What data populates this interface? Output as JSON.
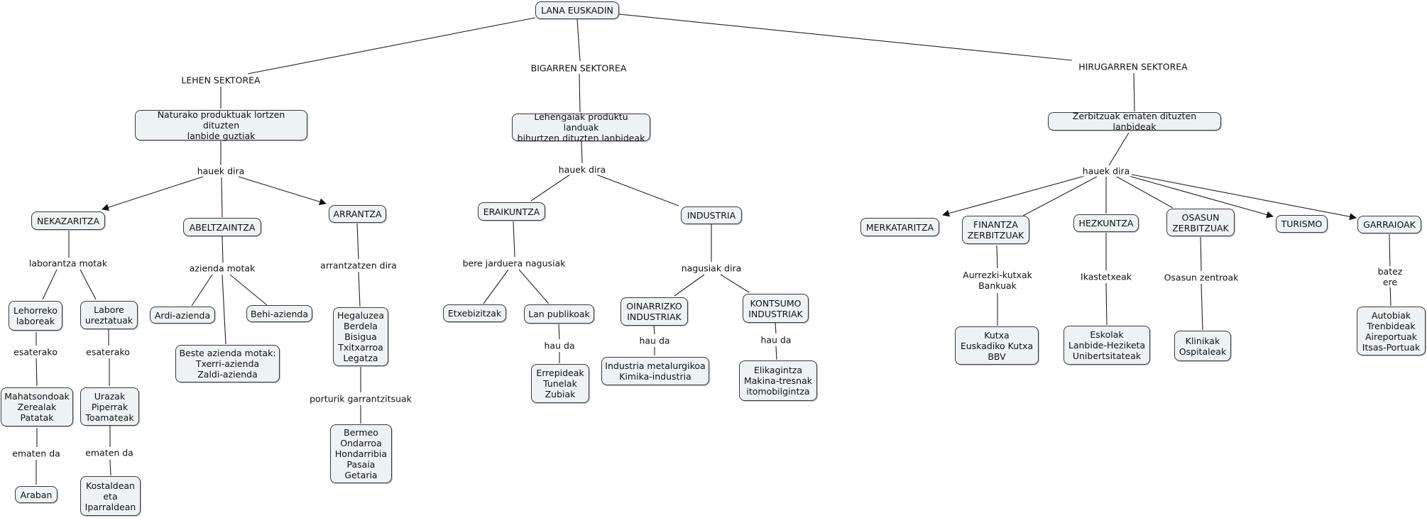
{
  "nodes": {
    "root": "LANA EUSKADIN",
    "lehen_desc": "Naturako produktuak lortzen dituzten\nlanbide guztiak",
    "bigarren_desc": "Lehengaiak produktu landuak\nbihurtzen dituzten lanbideak",
    "hirugarren_desc": "Zerbitzuak ematen dituzten lanbideak",
    "nekazaritza": "NEKAZARITZA",
    "abeltzaintza": "ABELTZAINTZA",
    "arrantza": "ARRANTZA",
    "lehorreko": "Lehorreko\nlaboreak",
    "labore_ureztatuak": "Labore\nureztatuak",
    "mahatsondoak": "Mahatsondoak\nZerealak\nPatatak",
    "urazak": "Urazak\nPiperrak\nToamateak",
    "araban": "Araban",
    "kostaldean": "Kostaldean\neta\nIparraldean",
    "ardi": "Ardi-azienda",
    "behi": "Behi-azienda",
    "beste_azienda": "Beste azienda motak:\nTxerri-azienda\nZaldi-azienda",
    "arrain": "Hegaluzea\nBerdela\nBisigua\nTxitxarroa\nLegatza",
    "portuak": "Bermeo\nOndarroa\nHondarribia\nPasaia\nGetaria",
    "eraikuntza": "ERAIKUNTZA",
    "industria": "INDUSTRIA",
    "etxebizitzak": "Etxebizitzak",
    "lan_publikoak": "Lan publikoak",
    "errepideak": "Errepideak\nTunelak\nZubiak",
    "oinarrizko": "OINARRIZKO\nINDUSTRIAK",
    "kontsumo": "KONTSUMO\nINDUSTRIAK",
    "metalurgikoa": "Industria metalurgikoa\nKimika-industria",
    "elikagintza": "Elikagintza\nMakina-tresnak\nitomobilgintza",
    "merkataritza": "MERKATARITZA",
    "finantza": "FINANTZA\nZERBITZUAK",
    "hezkuntza": "HEZKUNTZA",
    "osasun": "OSASUN\nZERBITZUAK",
    "turismo": "TURISMO",
    "garraioak": "GARRAIOAK",
    "kutxa": "Kutxa\nEuskadiko Kutxa\nBBV",
    "eskolak": "Eskolak\nLanbide-Heziketa\nUnibertsitateak",
    "klinikak": "Klinikak\nOspitaleak",
    "autobiak": "Autobiak\nTrenbideak\nAireportuak\nItsas-Portuak"
  },
  "labels": {
    "lehen": "LEHEN SEKTOREA",
    "bigarren": "BIGARREN SEKTOREA",
    "hirugarren": "HIRUGARREN SEKTOREA",
    "hauek_1": "hauek dira",
    "hauek_2": "hauek dira",
    "hauek_3": "hauek dira",
    "laborantza": "laborantza motak",
    "azienda": "azienda motak",
    "arrantzatzen": "arrantzatzen dira",
    "esaterako_1": "esaterako",
    "esaterako_2": "esaterako",
    "ematen_1": "ematen da",
    "ematen_2": "ematen da",
    "portu": "porturik garrantzitsuak",
    "bere_jardu": "bere jarduera nagusiak",
    "nagusiak": "nagusiak dira",
    "hau_da_1": "hau da",
    "hau_da_2": "hau da",
    "hau_da_3": "hau da",
    "aurrezki": "Aurrezki-kutxak\nBankuak",
    "ikastetxeak": "Ikastetxeak",
    "osasun_zentroak": "Osasun zentroak",
    "batez_ere": "batez ere"
  }
}
